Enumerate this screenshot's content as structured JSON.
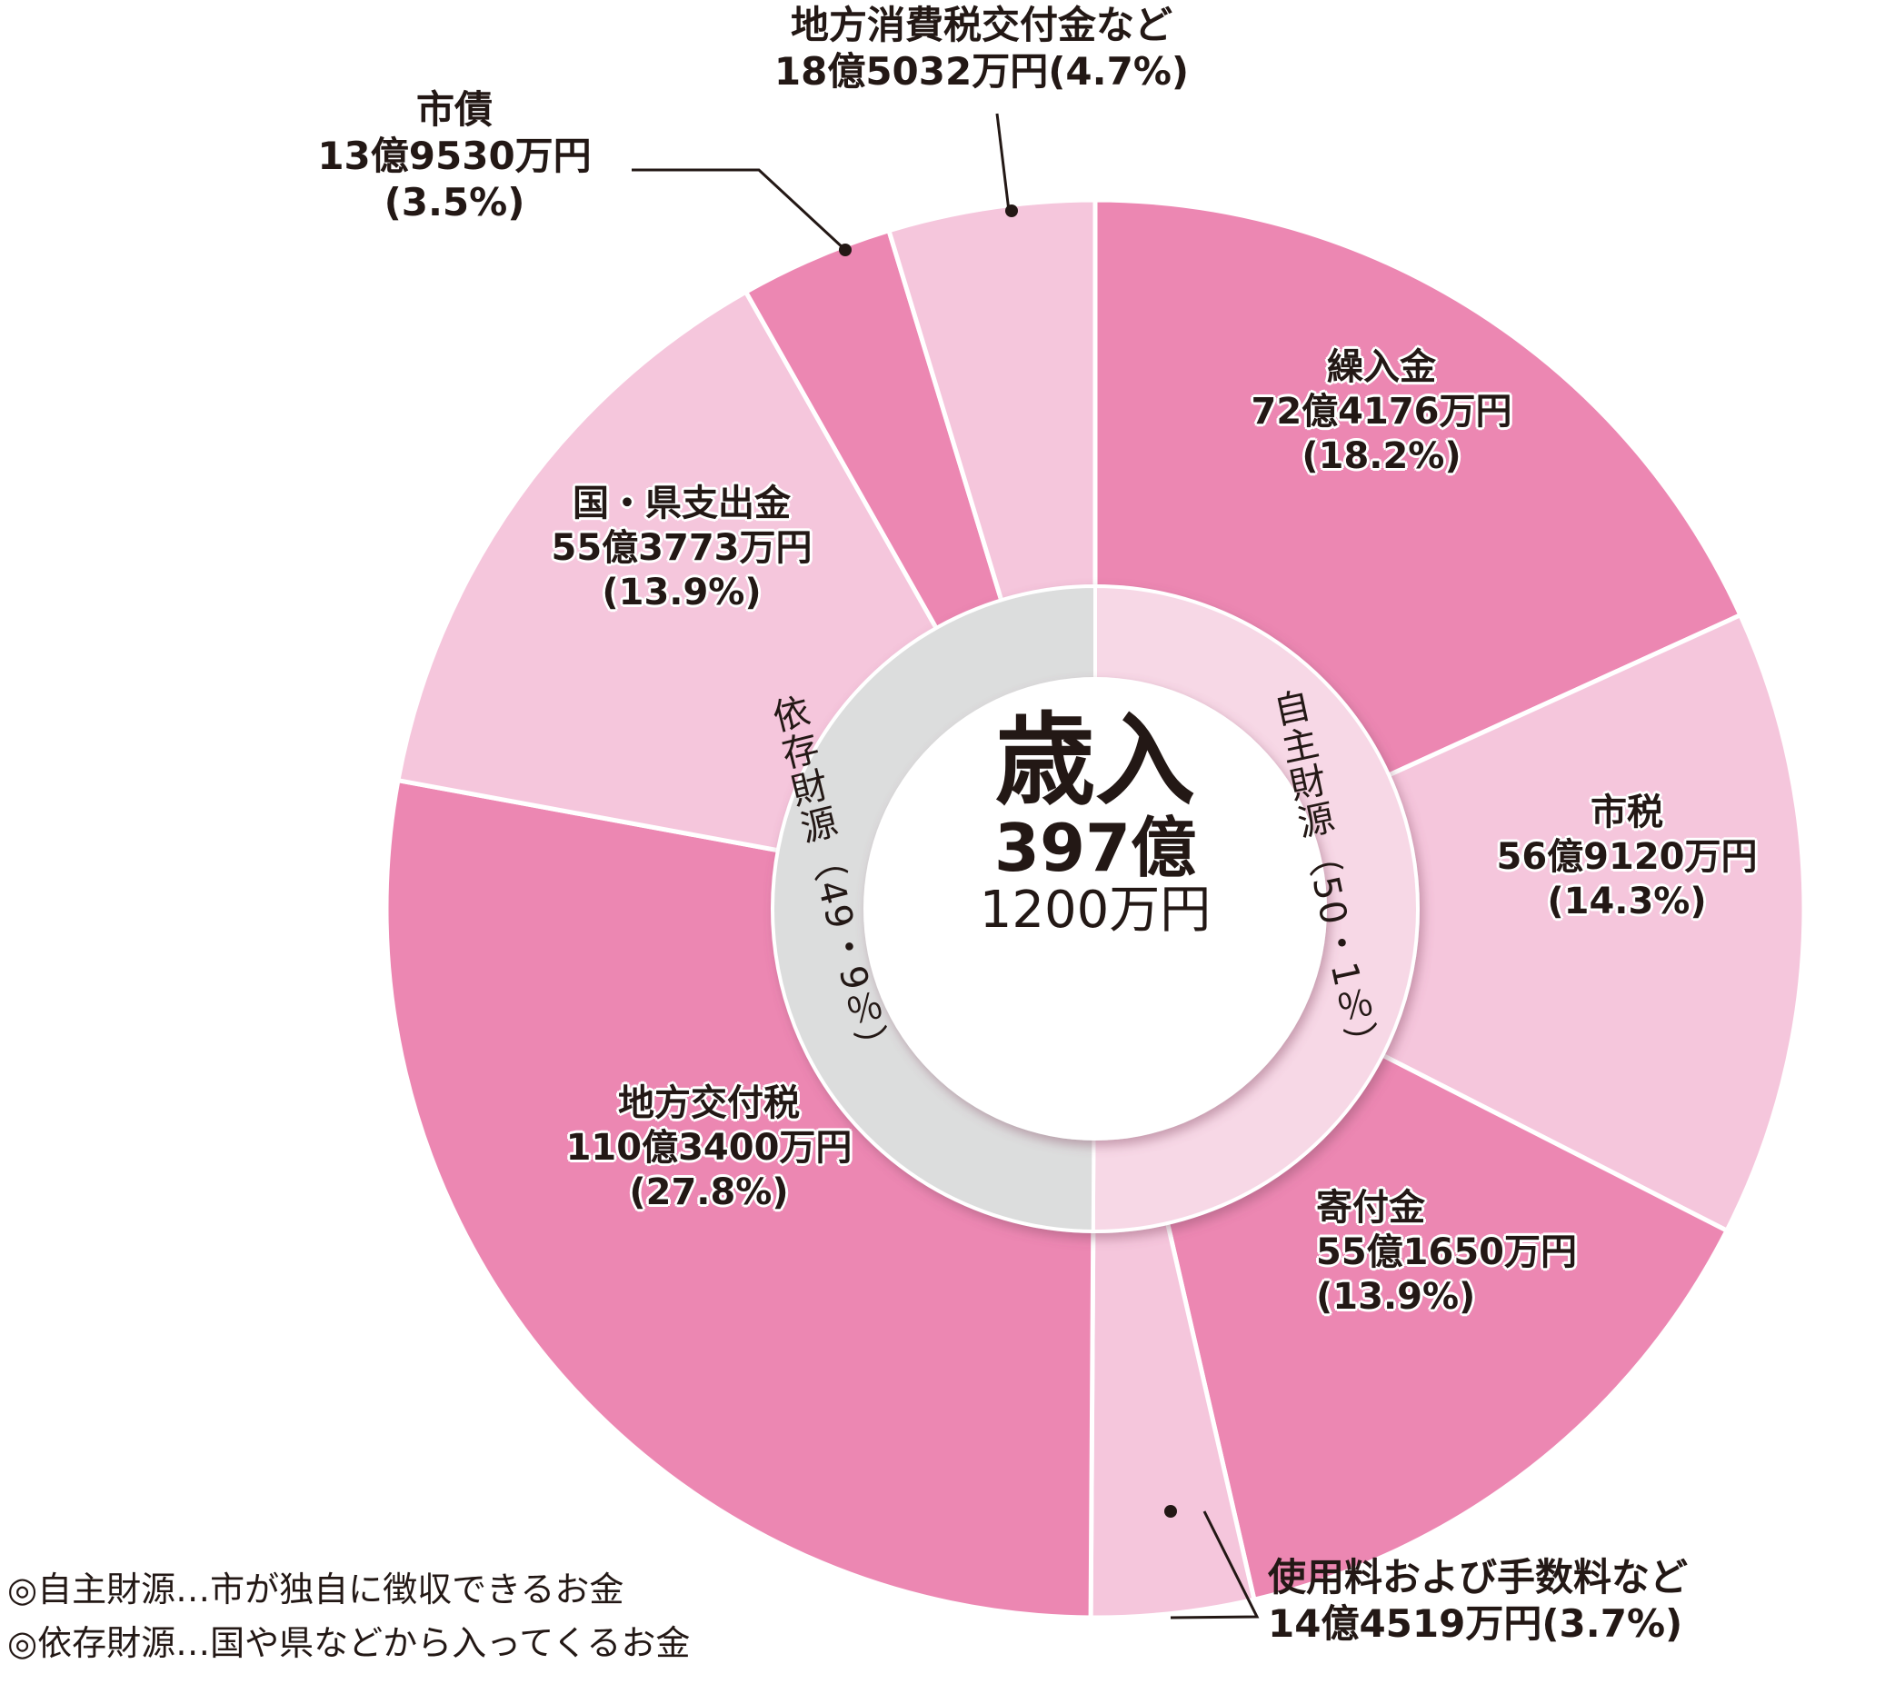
{
  "chart_data": {
    "type": "pie",
    "subtype": "donut-with-inner-ring",
    "title": "歳入",
    "total": {
      "label": "歳入",
      "amount_line1": "397億",
      "amount_line2": "1200万円"
    },
    "direction": "clockwise from 12 o'clock",
    "slices": [
      {
        "name": "繰入金",
        "amount": "72億4176万円",
        "percent": 18.2,
        "percent_label": "(18.2%)",
        "group": "自主財源",
        "color": "#ec87b2"
      },
      {
        "name": "市税",
        "amount": "56億9120万円",
        "percent": 14.3,
        "percent_label": "(14.3%)",
        "group": "自主財源",
        "color": "#f5c6dc"
      },
      {
        "name": "寄付金",
        "amount": "55億1650万円",
        "percent": 13.9,
        "percent_label": "(13.9%)",
        "group": "自主財源",
        "color": "#ec87b2"
      },
      {
        "name": "使用料および手数料など",
        "amount": "14億4519万円",
        "percent": 3.7,
        "percent_label": "(3.7%)",
        "group": "自主財源",
        "color": "#f5c6dc"
      },
      {
        "name": "地方交付税",
        "amount": "110億3400万円",
        "percent": 27.8,
        "percent_label": "(27.8%)",
        "group": "依存財源",
        "color": "#ec87b2"
      },
      {
        "name": "国・県支出金",
        "amount": "55億3773万円",
        "percent": 13.9,
        "percent_label": "(13.9%)",
        "group": "依存財源",
        "color": "#f5c6dc"
      },
      {
        "name": "市債",
        "amount": "13億9530万円",
        "percent": 3.5,
        "percent_label": "(3.5%)",
        "group": "依存財源",
        "color": "#ec87b2"
      },
      {
        "name": "地方消費税交付金など",
        "amount": "18億5032万円",
        "percent": 4.7,
        "percent_label": "(4.7%)",
        "group": "依存財源",
        "color": "#f5c6dc"
      }
    ],
    "inner_ring": [
      {
        "name": "自主財源",
        "percent": 50.1,
        "label": "自主財源（50・1％）",
        "color": "#f7d8e6"
      },
      {
        "name": "依存財源",
        "percent": 49.9,
        "label": "依存財源（49・9％）",
        "color": "#dcdddd"
      }
    ],
    "legend_notes": [
      "◎自主財源…市が独自に徴収できるお金",
      "◎依存財源…国や県などから入ってくるお金"
    ]
  },
  "labels": {
    "kuriire": {
      "name": "繰入金",
      "amount": "72億4176万円",
      "pct": "(18.2%)"
    },
    "shizei": {
      "name": "市税",
      "amount": "56億9120万円",
      "pct": "(14.3%)"
    },
    "kifu": {
      "name": "寄付金",
      "amount": "55億1650万円",
      "pct": "(13.9%)"
    },
    "shiyoryo": {
      "name": "使用料および手数料など",
      "amount_pct": "14億4519万円(3.7%)"
    },
    "kotsuzei": {
      "name": "地方交付税",
      "amount": "110億3400万円",
      "pct": "(27.8%)"
    },
    "kokuken": {
      "name": "国・県支出金",
      "amount": "55億3773万円",
      "pct": "(13.9%)"
    },
    "shisai": {
      "name": "市債",
      "amount": "13億9530万円",
      "pct": "(3.5%)"
    },
    "shohizei": {
      "name": "地方消費税交付金など",
      "amount_pct": "18億5032万円(4.7%)"
    }
  },
  "center": {
    "title": "歳入",
    "amount1": "397億",
    "amount2": "1200万円"
  },
  "ring": {
    "jishu": "自主財源（50・1％）",
    "izon": "依存財源（49・9％）"
  },
  "notes": {
    "line1": "◎自主財源…市が独自に徴収できるお金",
    "line2": "◎依存財源…国や県などから入ってくるお金"
  }
}
